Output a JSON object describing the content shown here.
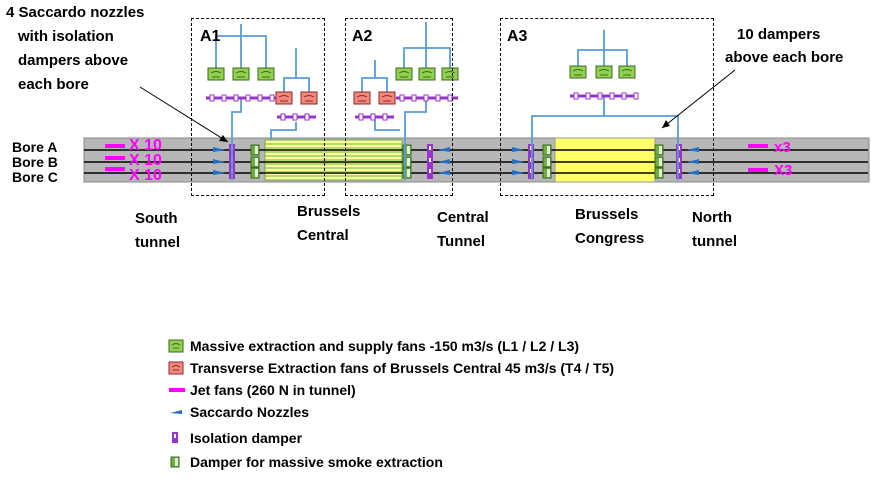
{
  "annotations": {
    "saccardo_note": [
      "4 Saccardo nozzles",
      "with isolation",
      "dampers above",
      "each bore"
    ],
    "dampers_note": [
      "10 dampers",
      "above each bore"
    ]
  },
  "areas": [
    "A1",
    "A2",
    "A3"
  ],
  "bores": [
    "Bore A",
    "Bore B",
    "Bore C"
  ],
  "jet_counts": {
    "left": [
      "X 10",
      "X 10",
      "X 10"
    ],
    "right": [
      "x3",
      "X3"
    ]
  },
  "section_labels": {
    "south": [
      "South",
      "tunnel"
    ],
    "brussels_central": [
      "Brussels",
      "Central"
    ],
    "central_tunnel": [
      "Central",
      "Tunnel"
    ],
    "brussels_congress": [
      "Brussels",
      "Congress"
    ],
    "north": [
      "North",
      "tunnel"
    ]
  },
  "legend": [
    {
      "icon": "massive-fan-icon",
      "text": "Massive extraction and supply fans -150 m3/s (L1 / L2 / L3)"
    },
    {
      "icon": "transverse-fan-icon",
      "text": "Transverse Extraction fans of Brussels Central 45 m3/s (T4 / T5)"
    },
    {
      "icon": "jet-fan-icon",
      "text": "Jet fans (260 N in tunnel)"
    },
    {
      "icon": "saccardo-nozzle-icon",
      "text": "Saccardo Nozzles"
    },
    {
      "icon": "isolation-damper-icon",
      "text": "Isolation damper"
    },
    {
      "icon": "massive-damper-icon",
      "text": "Damper for massive smoke extraction"
    }
  ],
  "colors": {
    "tunnel": "#b7b7b7",
    "station": "#ffff66",
    "duct": "#5b9bd5",
    "massive_fan": "#92d050",
    "transverse_fan": "#f4877e",
    "jet": "#ff00ff",
    "damper": "#9933cc",
    "nozzle": "#1f6fc5"
  }
}
